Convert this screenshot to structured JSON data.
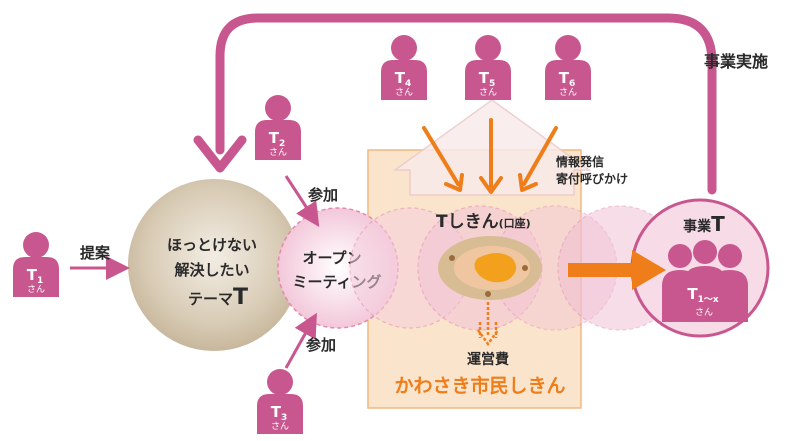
{
  "people": {
    "t1": {
      "name": "T",
      "sub": "1",
      "san": "さん"
    },
    "t2": {
      "name": "T",
      "sub": "2",
      "san": "さん"
    },
    "t3": {
      "name": "T",
      "sub": "3",
      "san": "さん"
    },
    "t4": {
      "name": "T",
      "sub": "4",
      "san": "さん"
    },
    "t5": {
      "name": "T",
      "sub": "5",
      "san": "さん"
    },
    "t6": {
      "name": "T",
      "sub": "6",
      "san": "さん"
    }
  },
  "labels": {
    "proposal": "提案",
    "join_top": "参加",
    "join_bottom": "参加",
    "project_run": "事業実施",
    "info": {
      "line1": "情報発信",
      "line2": "寄付呼びかけ"
    }
  },
  "theme_circle": {
    "line1": "ほっとけない",
    "line2": "解決したい",
    "line3_prefix": "テーマ",
    "line3_T": "T"
  },
  "open_meeting": {
    "line1": "オープン",
    "line2": "ミーティング"
  },
  "fund": {
    "main": "Tしきん",
    "paren": "(口座)"
  },
  "admin_cost": "運営費",
  "city_fund": "かわさき市民しきん",
  "project": {
    "title_prefix": "事業",
    "title_T": "T",
    "group_name": "T",
    "group_sub": "1〜x",
    "group_san": "さん"
  },
  "colors": {
    "pink": "#c8578f",
    "pink_light": "#f4d2e2",
    "orange": "#ee7d1a",
    "box_fill": "#fbe4cc",
    "theme_circle": "#dcd1bd"
  }
}
